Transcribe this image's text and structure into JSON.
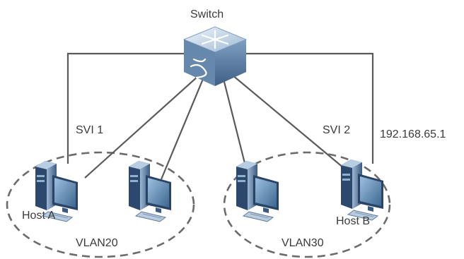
{
  "switch": {
    "label": "Switch"
  },
  "svi1": {
    "label": "SVI 1"
  },
  "svi2": {
    "label": "SVI 2"
  },
  "ip": {
    "label": "192.168.65.1"
  },
  "hosts": {
    "a": "Host A",
    "b": "Host B"
  },
  "vlans": {
    "vlan20": "VLAN20",
    "vlan30": "VLAN30"
  },
  "colors": {
    "link": "#5a5a5a",
    "ellipse": "#6b6b6b",
    "switch_top": "#c9d9e8",
    "switch_side": "#5c7ea6",
    "pc_dark": "#2f4a6e",
    "pc_light": "#7fa5c8"
  },
  "icons": [
    "switch-icon",
    "pc-icon"
  ]
}
